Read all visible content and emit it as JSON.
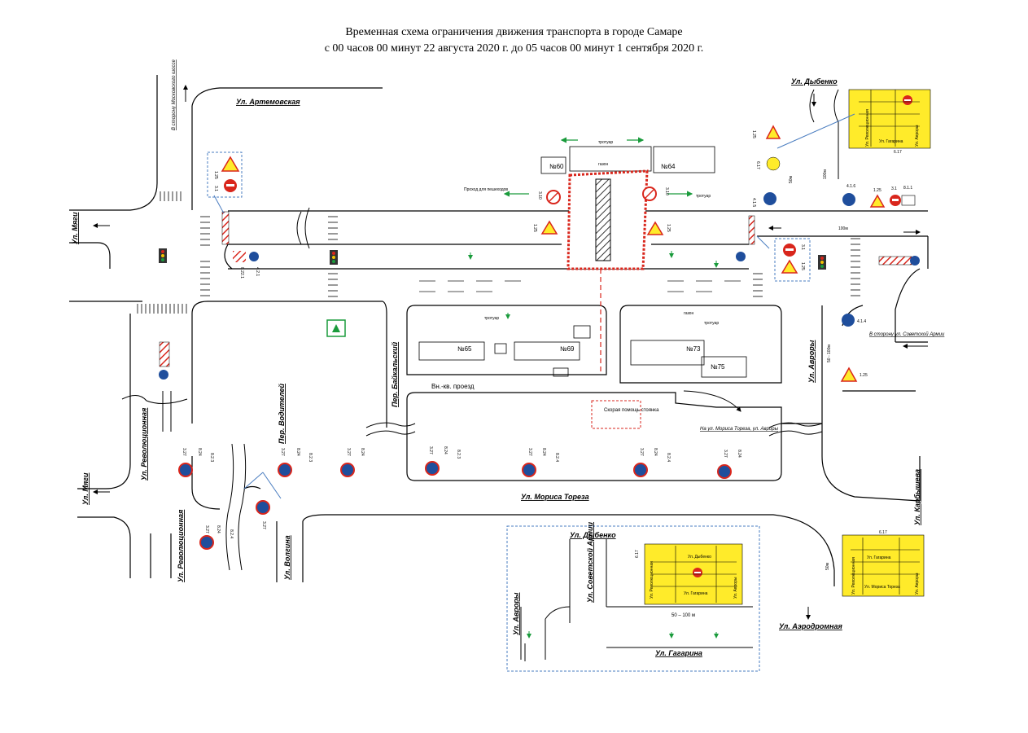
{
  "title": {
    "line1": "Временная схема ограничения движения транспорта в городе Самаре",
    "line2": "с 00 часов 00 минут 22 августа 2020 г. до 05 часов 00 минут 1 сентября 2020 г."
  },
  "streets": {
    "artemovskaya": "Ул. Артемовская",
    "mich_left": "Ул. Мяги",
    "mich_lower": "Ул. Мяги",
    "revolyutsionnaya_upper": "Ул. Революционная",
    "revolyutsionnaya_lower": "Ул. Революционная",
    "volgina": "Ул. Волгина",
    "voditeley": "Пер. Водителей",
    "baikalsky": "Пер. Байкальский",
    "morisa_toreza": "Ул. Мориса Тореза",
    "avrory": "Ул. Авроры",
    "dybenko": "Ул. Дыбенко",
    "karbysheva": "Ул. Карбышева",
    "aerodromnaya": "Ул. Аэродромная",
    "vnkv_proezd": "Вн.-кв. проезд",
    "to_moskovskoe": "В сторону Московского шоссе",
    "to_sovetskoy_armii": "В сторону ул. Советской Армии",
    "to_morisa_toreza": "На ул. Мориса Тореза, ул. Авроры"
  },
  "buildings": [
    "№60",
    "№64",
    "№65",
    "№69",
    "№73",
    "№75"
  ],
  "labels": {
    "trotuar": "тротуар",
    "gazon": "газон",
    "pedestrian_passage": "Проход для пешеходов",
    "ambulance": "Скорая помощь стоянка"
  },
  "distances": {
    "d100m_top": "100м",
    "d100m_right": "100м",
    "d50_100": "50 - 100м",
    "d50m": "50м",
    "d50m_lower": "50м",
    "d50_100m_inset": "50 – 100 м"
  },
  "signs": {
    "s1_25": "1.25",
    "s3_1": "3.1",
    "s3_10": "3.10",
    "s6_17": "6.17",
    "s4_1_5": "4.1.5",
    "s4_1_6": "4.1.6",
    "s4_1_4": "4.1.4",
    "s8_1_1": "8.1.1",
    "s4_2_1": "4.2.1",
    "s8_22_1": "8.22.1",
    "s3_27": "3.27",
    "s8_24": "8.24",
    "s8_2_3": "8.2.3",
    "s8_2_4": "8.2.4"
  },
  "inset": {
    "dybenko": "Ул. Дыбенко",
    "sovetskoy_armii": "Ул. Советской Армии",
    "avrory": "Ул. Авроры",
    "gagarina": "Ул. Гагарина"
  },
  "yellow_boards": {
    "top_right": [
      "Ул. Революционная",
      "Ул. Авроры",
      "Ул. Гагарина"
    ],
    "inset": [
      "Ул. Революционная",
      "Ул. Дыбенко",
      "Ул. Гагарина",
      "Ул. Авроры"
    ],
    "bottom_right": [
      "Ул. Революционная",
      "Ул. Гагарина",
      "Ул. Авроры",
      "Ул. Мориса Тореза"
    ]
  },
  "colors": {
    "road": "#000000",
    "work_zone": "#d9261c",
    "sign_blue": "#1f4e9c",
    "sign_yellow": "#ffeb2a",
    "dashed_blue": "#4a7dc0",
    "green": "#1a9b3c"
  }
}
